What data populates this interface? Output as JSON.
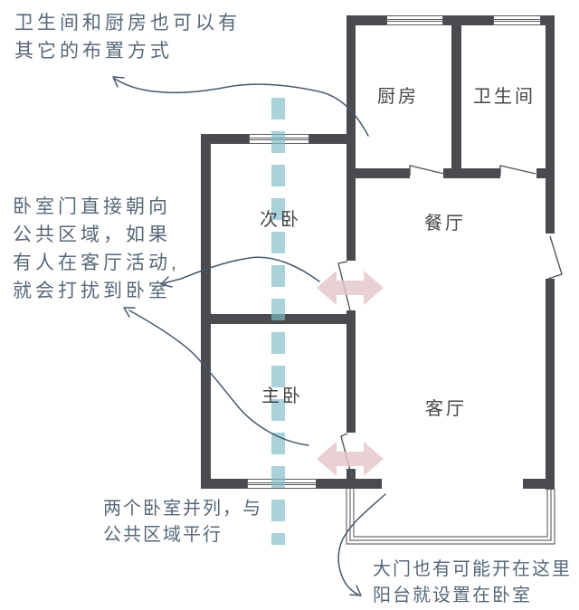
{
  "diagram_type": "apartment-floor-plan",
  "plan": {
    "rooms": {
      "kitchen": "厨房",
      "bathroom": "卫生间",
      "secondary_bedroom": "次卧",
      "dining_room": "餐厅",
      "master_bedroom": "主卧",
      "living_room": "客厅"
    }
  },
  "annotations": {
    "top_left": {
      "line1": "卫生间和厨房也可以有",
      "line2": "其它的布置方式"
    },
    "mid_left": {
      "line1": "卧室门直接朝向",
      "line2": "公共区域，如果",
      "line3": "有人在客厅活动,",
      "line4": "就会打扰到卧室"
    },
    "bottom_left": {
      "line1": "两个卧室并列，与",
      "line2": "公共区域平行"
    },
    "bottom_right": {
      "line1": "大门也有可能开在这里",
      "line2": "阳台就设置在卧室"
    }
  },
  "colors": {
    "wall": "#4a4b4f",
    "axis_dashed_line_teal": "#89c0ca",
    "door_swing_arrow_pink": "#e4c6c8",
    "annotation_text": "#57687a",
    "room_label_text": "#46464a",
    "annotation_arrow_stroke": "#46586e"
  }
}
